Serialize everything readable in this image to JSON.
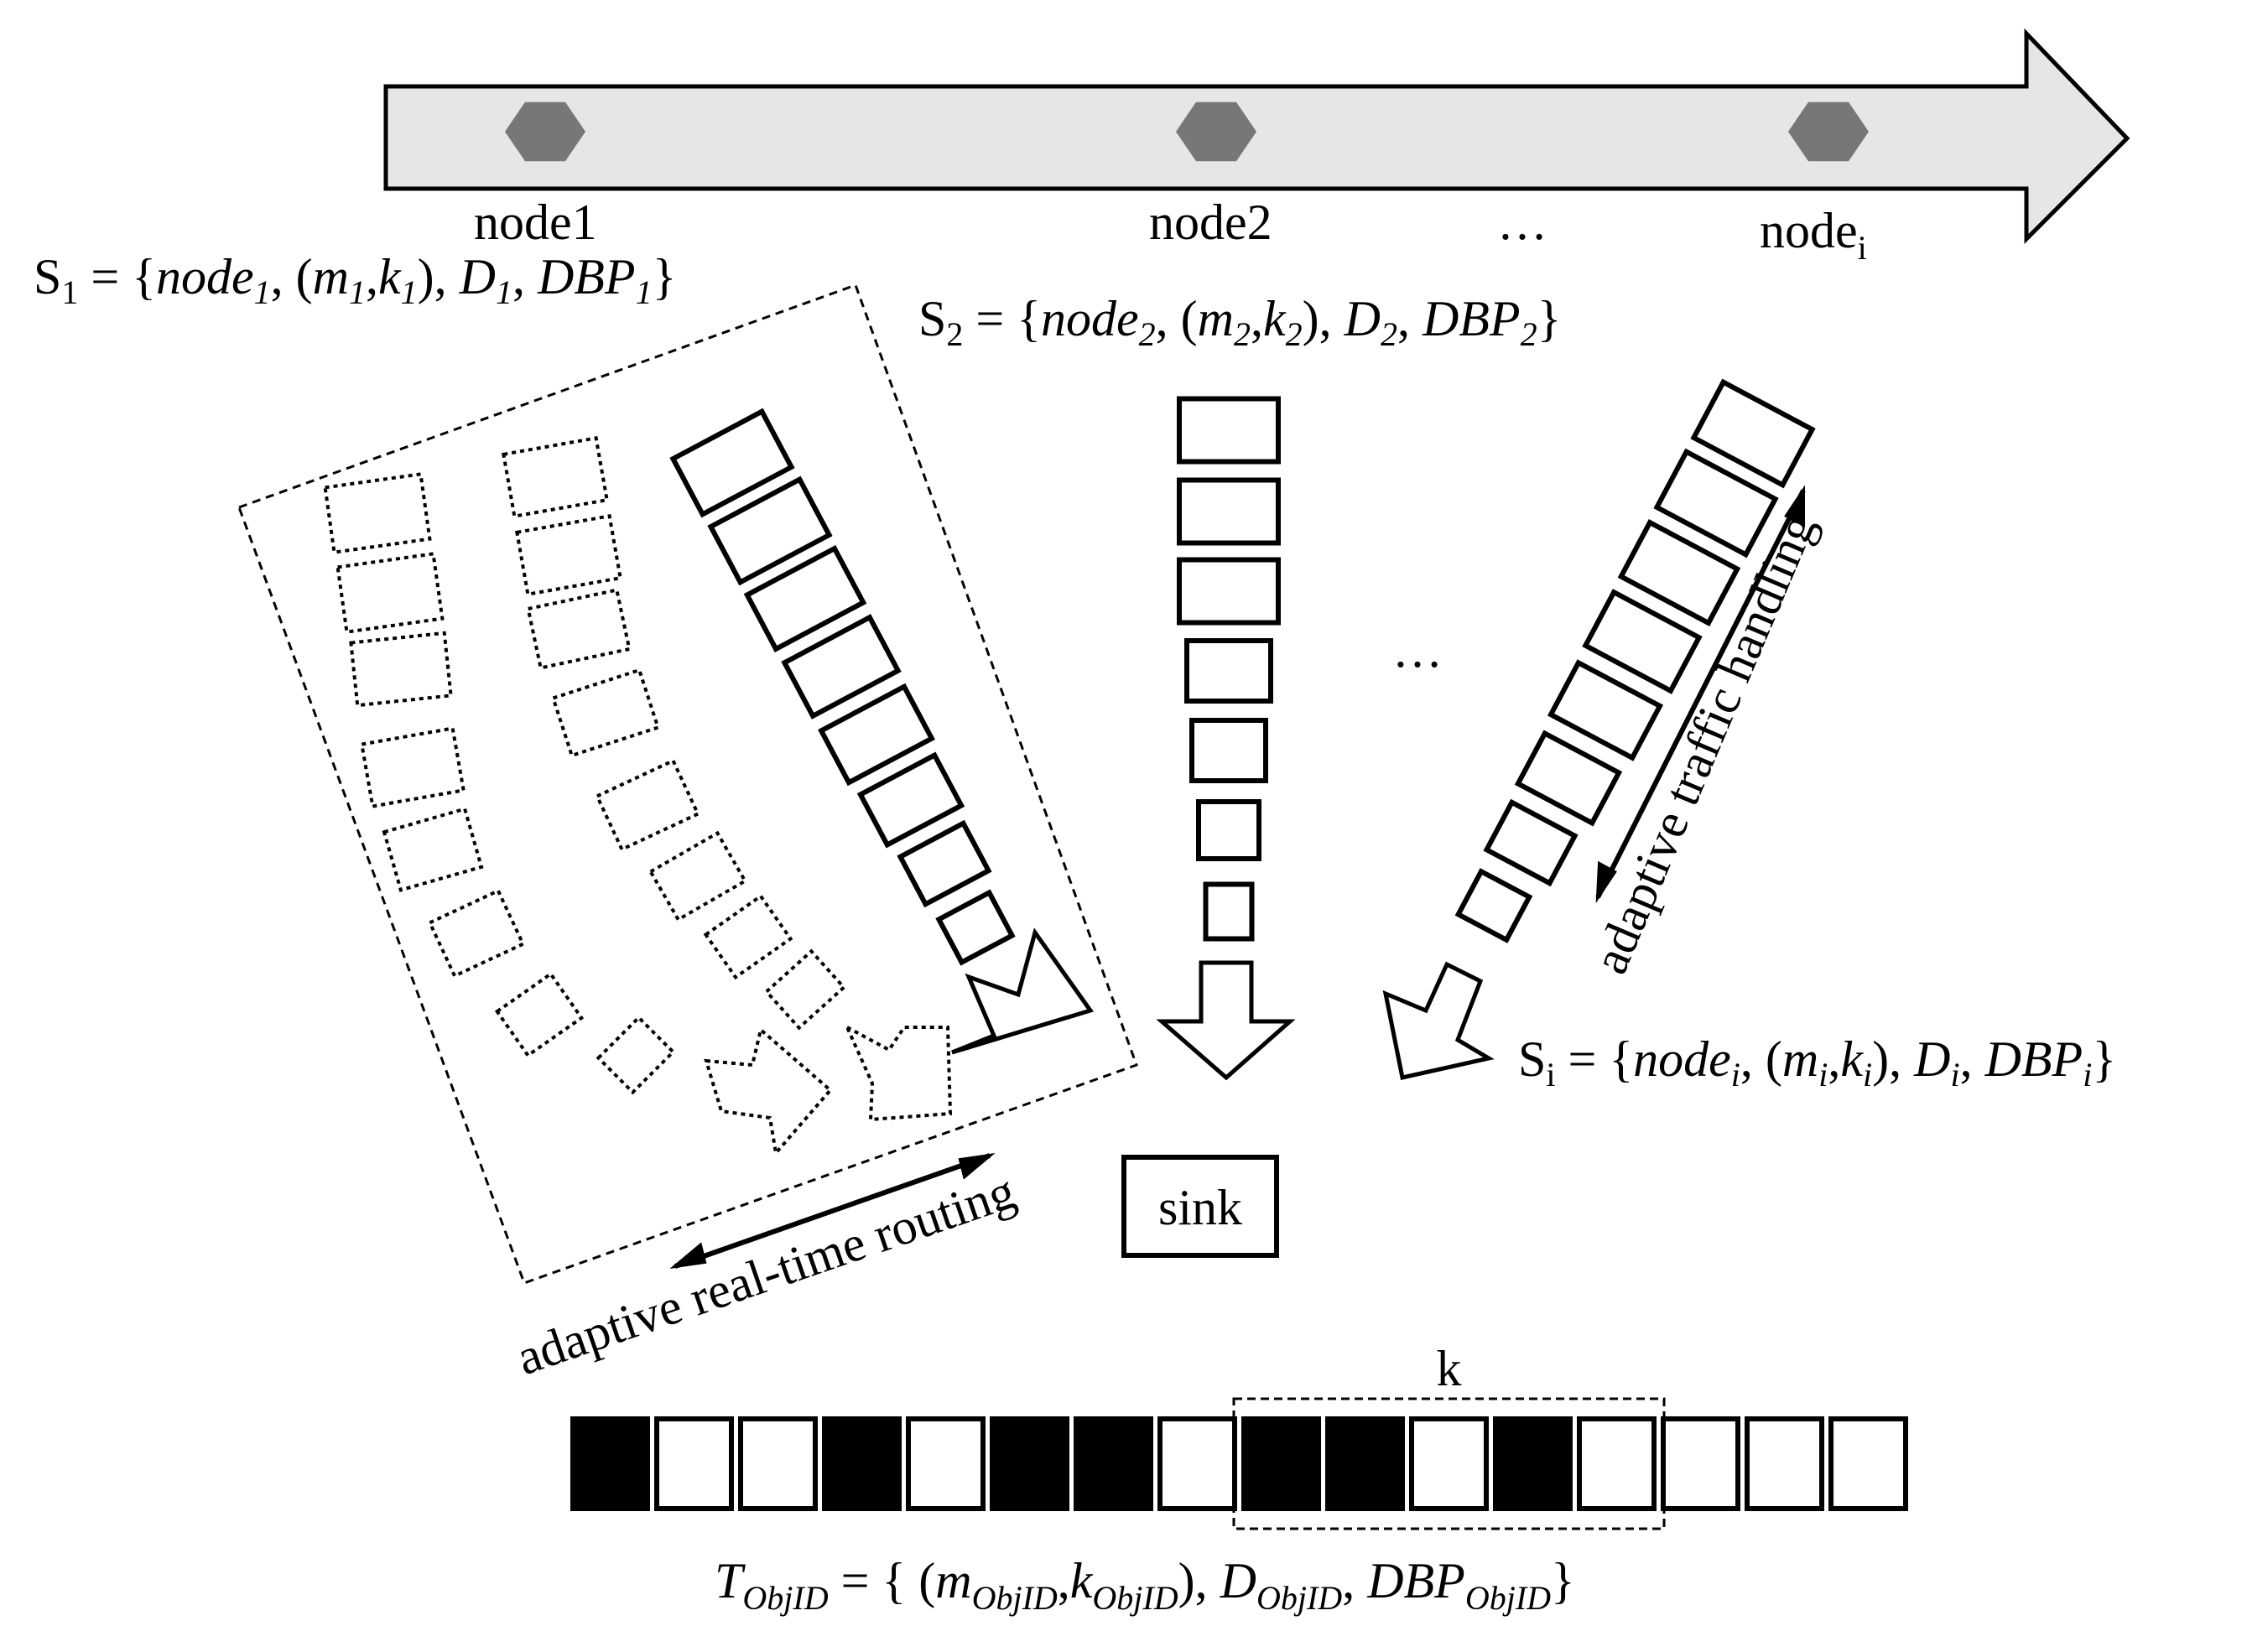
{
  "timeline": {
    "nodes": [
      {
        "label": "node1"
      },
      {
        "label": "node2"
      },
      {
        "label": "node",
        "sub": "i"
      }
    ],
    "ellipsis": "…"
  },
  "sets": {
    "s1": {
      "name": "S",
      "sub": "1",
      "eq": " = {",
      "node": "node",
      "node_sub": "1",
      "mk_open": ", (",
      "m": "m",
      "m_sub": "1",
      "comma": ",",
      "k": "k",
      "k_sub": "1",
      "mk_close": "), ",
      "d": "D",
      "d_sub": "1",
      "sep": ", ",
      "dbp": "DBP",
      "dbp_sub": "1",
      "close": "}"
    },
    "s2": {
      "name": "S",
      "sub": "2",
      "eq": " = {",
      "node": "node",
      "node_sub": "2",
      "mk_open": ", (",
      "m": "m",
      "m_sub": "2",
      "comma": ",",
      "k": "k",
      "k_sub": "2",
      "mk_close": "), ",
      "d": "D",
      "d_sub": "2",
      "sep": ", ",
      "dbp": "DBP",
      "dbp_sub": "2",
      "close": "}"
    },
    "si": {
      "name": "S",
      "sub": "i",
      "eq": " = {",
      "node": "node",
      "node_sub": "i",
      "mk_open": ", (",
      "m": "m",
      "m_sub": "i",
      "comma": ",",
      "k": "k",
      "k_sub": "i",
      "mk_close": "), ",
      "d": "D",
      "d_sub": "i",
      "sep": ", ",
      "dbp": "DBP",
      "dbp_sub": "i",
      "close": "}"
    }
  },
  "middle_ellipsis": "…",
  "labels": {
    "routing": "adaptive real-time routing",
    "traffic": "adaptive traffic handling",
    "sink": "sink"
  },
  "bitstring": {
    "bits": [
      1,
      0,
      0,
      1,
      0,
      1,
      1,
      0,
      1,
      1,
      0,
      1,
      0,
      0,
      0,
      0
    ],
    "window_label": "k",
    "window_start": 8,
    "window_end": 12
  },
  "tformula": {
    "t": "T",
    "t_sub": "ObjID",
    "eq": " = { (",
    "m": "m",
    "m_sub": "ObjID",
    "comma": ",",
    "k": "k",
    "k_sub": "ObjID",
    "mk_close": "), ",
    "d": "D",
    "d_sub": "ObjID",
    "sep": ", ",
    "dbp": "DBP",
    "dbp_sub": "ObjID",
    "close": "}"
  },
  "colors": {
    "timeline_fill": "#e6e6e6",
    "hexagon": "#777777",
    "stroke": "#000000"
  }
}
